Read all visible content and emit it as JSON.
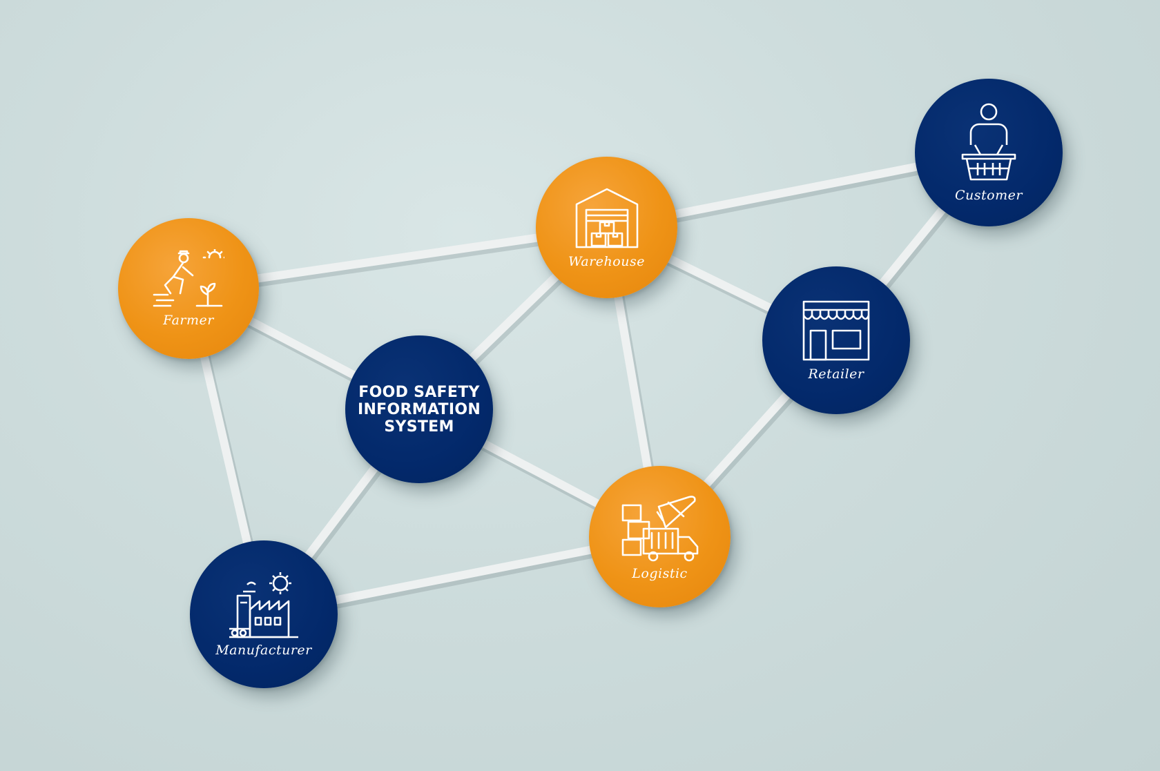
{
  "center": {
    "line1": "FOOD SAFETY",
    "line2": "INFORMATION",
    "line3": "SYSTEM"
  },
  "nodes": {
    "farmer": {
      "label": "Farmer",
      "icon": "farmer-icon",
      "color": "#ef9316"
    },
    "warehouse": {
      "label": "Warehouse",
      "icon": "warehouse-icon",
      "color": "#ef9316"
    },
    "customer": {
      "label": "Customer",
      "icon": "customer-basket-icon",
      "color": "#03296b"
    },
    "retailer": {
      "label": "Retailer",
      "icon": "store-icon",
      "color": "#03296b"
    },
    "logistic": {
      "label": "Logistic",
      "icon": "truck-plane-icon",
      "color": "#ef9316"
    },
    "manufacturer": {
      "label": "Manufacturer",
      "icon": "factory-icon",
      "color": "#03296b"
    }
  },
  "connections": [
    [
      "farmer",
      "warehouse"
    ],
    [
      "farmer",
      "center"
    ],
    [
      "farmer",
      "manufacturer"
    ],
    [
      "warehouse",
      "center"
    ],
    [
      "warehouse",
      "customer"
    ],
    [
      "warehouse",
      "retailer"
    ],
    [
      "warehouse",
      "logistic"
    ],
    [
      "customer",
      "retailer"
    ],
    [
      "retailer",
      "logistic"
    ],
    [
      "center",
      "logistic"
    ],
    [
      "center",
      "manufacturer"
    ],
    [
      "manufacturer",
      "logistic"
    ]
  ]
}
